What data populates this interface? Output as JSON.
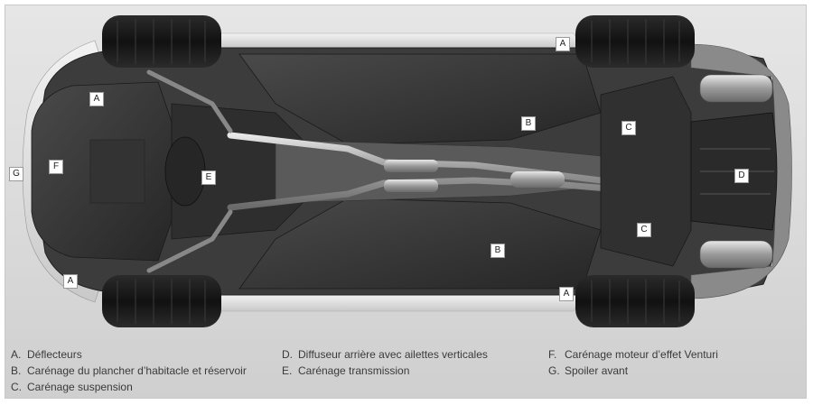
{
  "callouts": {
    "A_front_left": "A",
    "A_front_right": "A",
    "A_rear_top": "A",
    "A_rear_bottom": "A",
    "B_top": "B",
    "B_bottom": "B",
    "C_top": "C",
    "C_bottom": "C",
    "D": "D",
    "E": "E",
    "F": "F",
    "G": "G"
  },
  "legend": {
    "col1": [
      {
        "letter": "A.",
        "text": "Déflecteurs"
      },
      {
        "letter": "B.",
        "text": "Carénage du plancher d’habitacle et réservoir"
      },
      {
        "letter": "C.",
        "text": "Carénage suspension"
      }
    ],
    "col2": [
      {
        "letter": "D.",
        "text": "Diffuseur arrière avec ailettes verticales"
      },
      {
        "letter": "E.",
        "text": "Carénage transmission"
      }
    ],
    "col3": [
      {
        "letter": "F.",
        "text": "Carénage moteur d’effet Venturi"
      },
      {
        "letter": "G.",
        "text": "Spoiler avant"
      }
    ]
  },
  "colors": {
    "background": "#e0e0e0",
    "underbody_dark": "#3a3a3a",
    "panel_dark": "#2a2a2a",
    "body_silver": "#d8d8d8",
    "tire": "#1a1a1a",
    "text": "#3a3a3a"
  }
}
